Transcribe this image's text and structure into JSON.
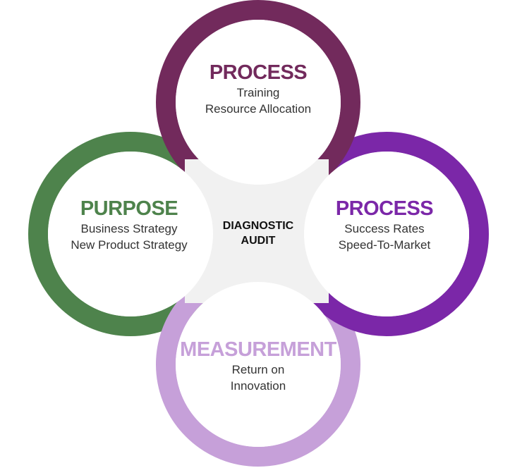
{
  "center": {
    "line1": "DIAGNOSTIC",
    "line2": "AUDIT"
  },
  "circles": [
    {
      "id": "top",
      "title": "PROCESS",
      "lines": [
        "Training",
        "Resource Allocation"
      ],
      "color": "#722a5c"
    },
    {
      "id": "left",
      "title": "PURPOSE",
      "lines": [
        "Business Strategy",
        "New Product Strategy"
      ],
      "color": "#4e834c"
    },
    {
      "id": "right",
      "title": "PROCESS",
      "lines": [
        "Success Rates",
        "Speed-To-Market"
      ],
      "color": "#7b27a8"
    },
    {
      "id": "bottom",
      "title": "MEASUREMENT",
      "lines": [
        "Return on",
        "Innovation"
      ],
      "color": "#c6a0d9"
    }
  ]
}
